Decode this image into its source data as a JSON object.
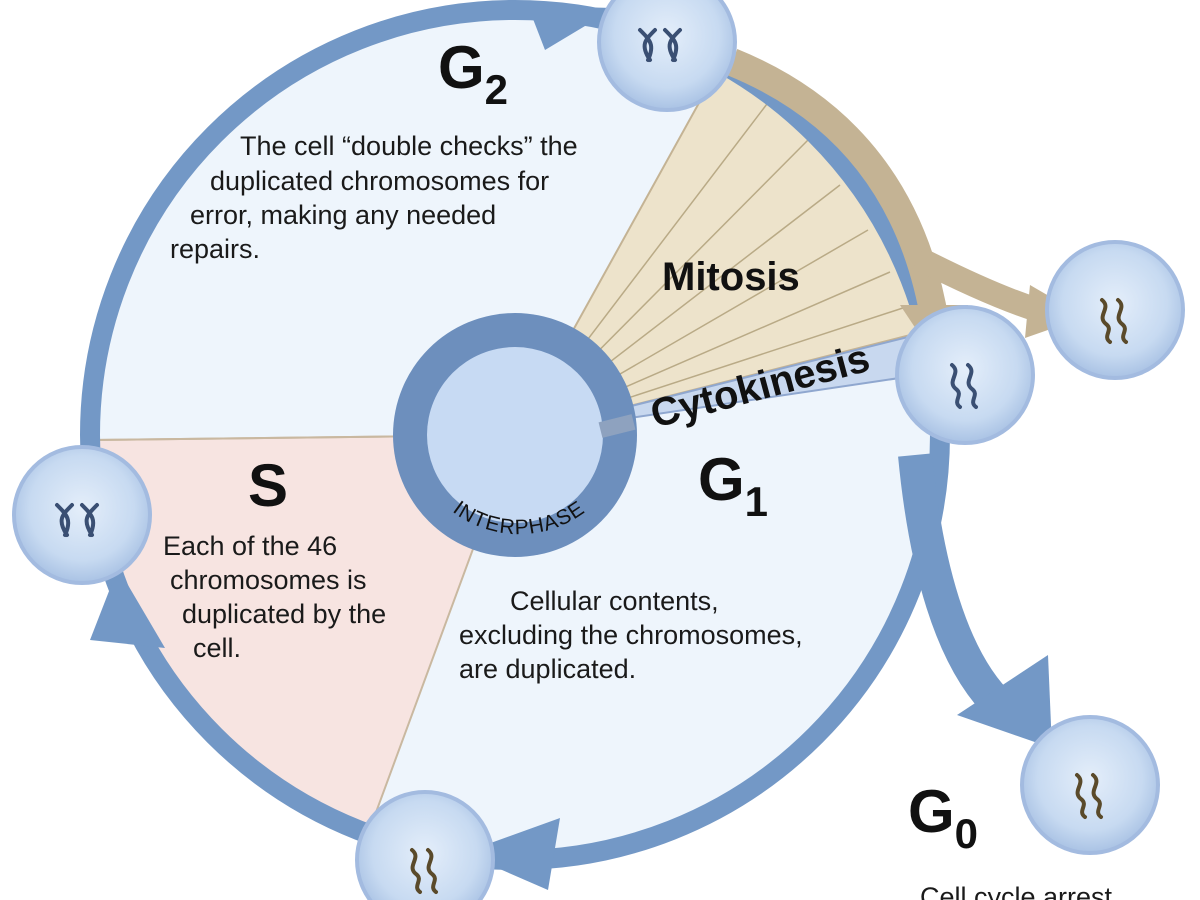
{
  "phases": {
    "g2": {
      "letter": "G",
      "sub": "2",
      "description": [
        "The cell “double checks” the",
        "duplicated chromosomes for",
        "error, making any needed",
        "repairs."
      ]
    },
    "s": {
      "letter": "S",
      "description": [
        "Each of the 46",
        "chromosomes is",
        "duplicated by the",
        "cell."
      ]
    },
    "g1": {
      "letter": "G",
      "sub": "1",
      "description": [
        "Cellular contents,",
        "excluding the chromosomes,",
        "are duplicated."
      ]
    },
    "g0": {
      "letter": "G",
      "sub": "0",
      "description": [
        "Cell cycle arrest"
      ]
    },
    "mitosis": {
      "label": "Mitosis"
    },
    "cytokinesis": {
      "label": "Cytokinesis"
    }
  },
  "center": {
    "label": "INTERPHASE"
  },
  "colors": {
    "interphase": "#eef5fc",
    "s_phase": "#f7e4e1",
    "mitosis": "#ede3cb",
    "ring": "#7398c6",
    "arrow_tan": "#c4b394",
    "cell": "#c9dcf2"
  }
}
